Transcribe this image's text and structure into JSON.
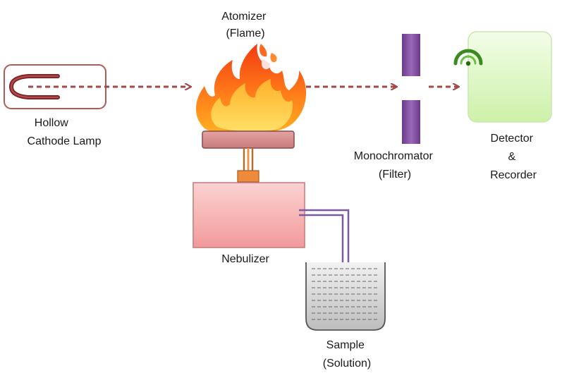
{
  "labels": {
    "atomizer": [
      "Atomizer",
      "(Flame)"
    ],
    "lamp": [
      "Hollow",
      "Cathode Lamp"
    ],
    "monochromator": [
      "Monochromator",
      "(Filter)"
    ],
    "detector": [
      "Detector",
      "&",
      "Recorder"
    ],
    "nebulizer": "Nebulizer",
    "sample": [
      "Sample",
      "(Solution)"
    ]
  },
  "colors": {
    "beam_arrow": "#a24a4a",
    "lamp_outline": "#b05a5a",
    "cathode": "#8a2a2a",
    "burner_head": "#d38b8b",
    "stem": "#e39a4f",
    "connector": "#ee8b3a",
    "nebulizer_fill": "#f6b9b9",
    "tube": "#9a86b8",
    "beaker_fill": "#d9d9d9",
    "filter": "#7a4a9a",
    "detector_fill": "#ddf7c2",
    "detector_icon": "#4b9a2a",
    "flame_outer": "#f24a1a",
    "flame_inner": "#ffd23a"
  },
  "icons": {
    "lamp": "hollow-cathode-lamp-icon",
    "flame": "flame-icon",
    "detector": "signal-detector-icon"
  }
}
